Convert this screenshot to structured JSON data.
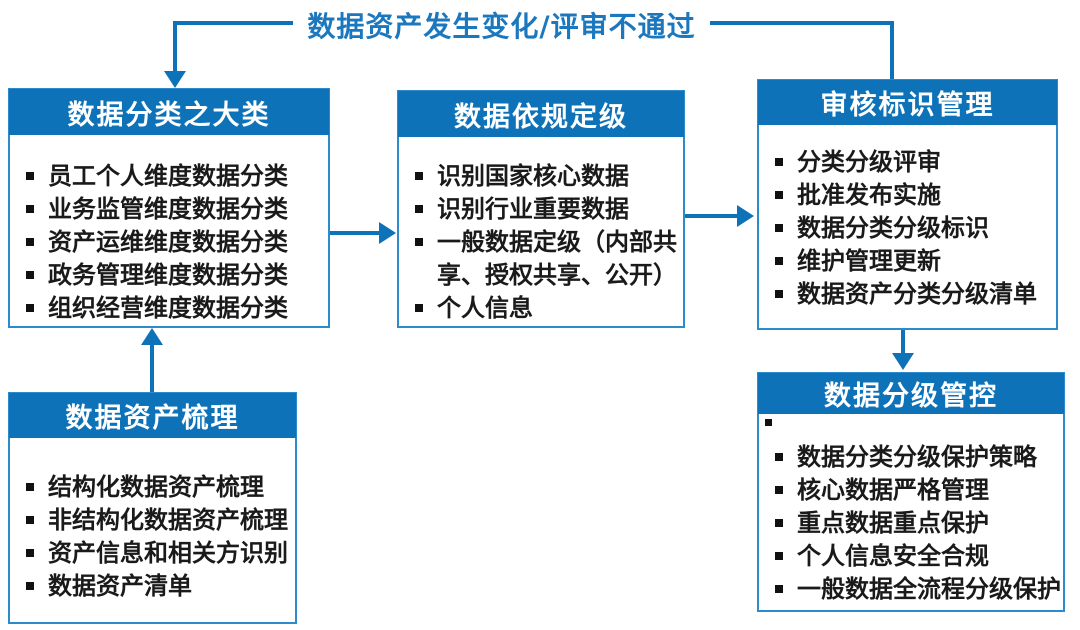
{
  "palette": {
    "header_blue": "#0e72b8",
    "border_blue": "#2e8bcb",
    "label_blue": "#1b78be",
    "item_text": "#1a1a1a",
    "bullet": "#111111"
  },
  "feedback": {
    "label": "数据资产发生变化/评审不通过"
  },
  "boxes": {
    "classification": {
      "title": "数据分类之大类",
      "items": [
        "员工个人维度数据分类",
        "业务监管维度数据分类",
        "资产运维维度数据分类",
        "政务管理维度数据分类",
        "组织经营维度数据分类"
      ]
    },
    "grading": {
      "title": "数据依规定级",
      "items": [
        "识别国家核心数据",
        "识别行业重要数据",
        "一般数据定级（内部共享、授权共享、公开）",
        "个人信息"
      ]
    },
    "review": {
      "title": "审核标识管理",
      "items": [
        "分类分级评审",
        "批准发布实施",
        "数据分类分级标识",
        "维护管理更新",
        "数据资产分类分级清单"
      ]
    },
    "assets": {
      "title": "数据资产梳理",
      "items": [
        "结构化数据资产梳理",
        "非结构化数据资产梳理",
        "资产信息和相关方识别",
        "数据资产清单"
      ]
    },
    "control": {
      "title": "数据分级管控",
      "items": [
        "数据分类分级保护策略",
        "核心数据严格管理",
        "重点数据重点保护",
        "个人信息安全合规",
        "一般数据全流程分级保护"
      ]
    }
  }
}
